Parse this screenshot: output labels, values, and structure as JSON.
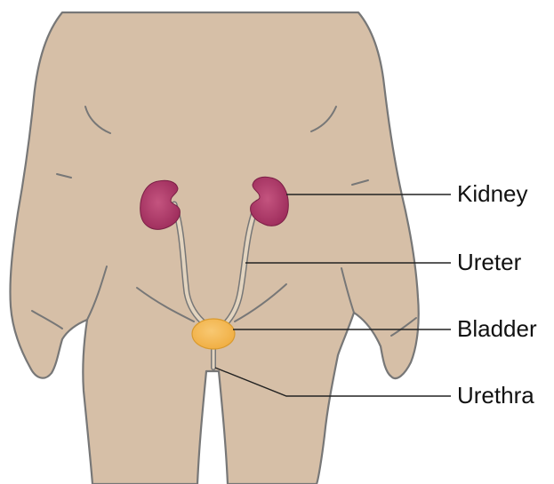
{
  "labels": {
    "kidney": "Kidney",
    "ureter": "Ureter",
    "bladder": "Bladder",
    "urethra": "Urethra"
  },
  "colors": {
    "background": "#ffffff",
    "skin": "#d6bfa7",
    "outline": "#777777",
    "kidney": "#9e2d5c",
    "kidney_highlight": "#c4547f",
    "ureter": "#e3d4bf",
    "bladder": "#f4b84f",
    "bladder_stroke": "#d99a2e",
    "leader": "#222222"
  }
}
